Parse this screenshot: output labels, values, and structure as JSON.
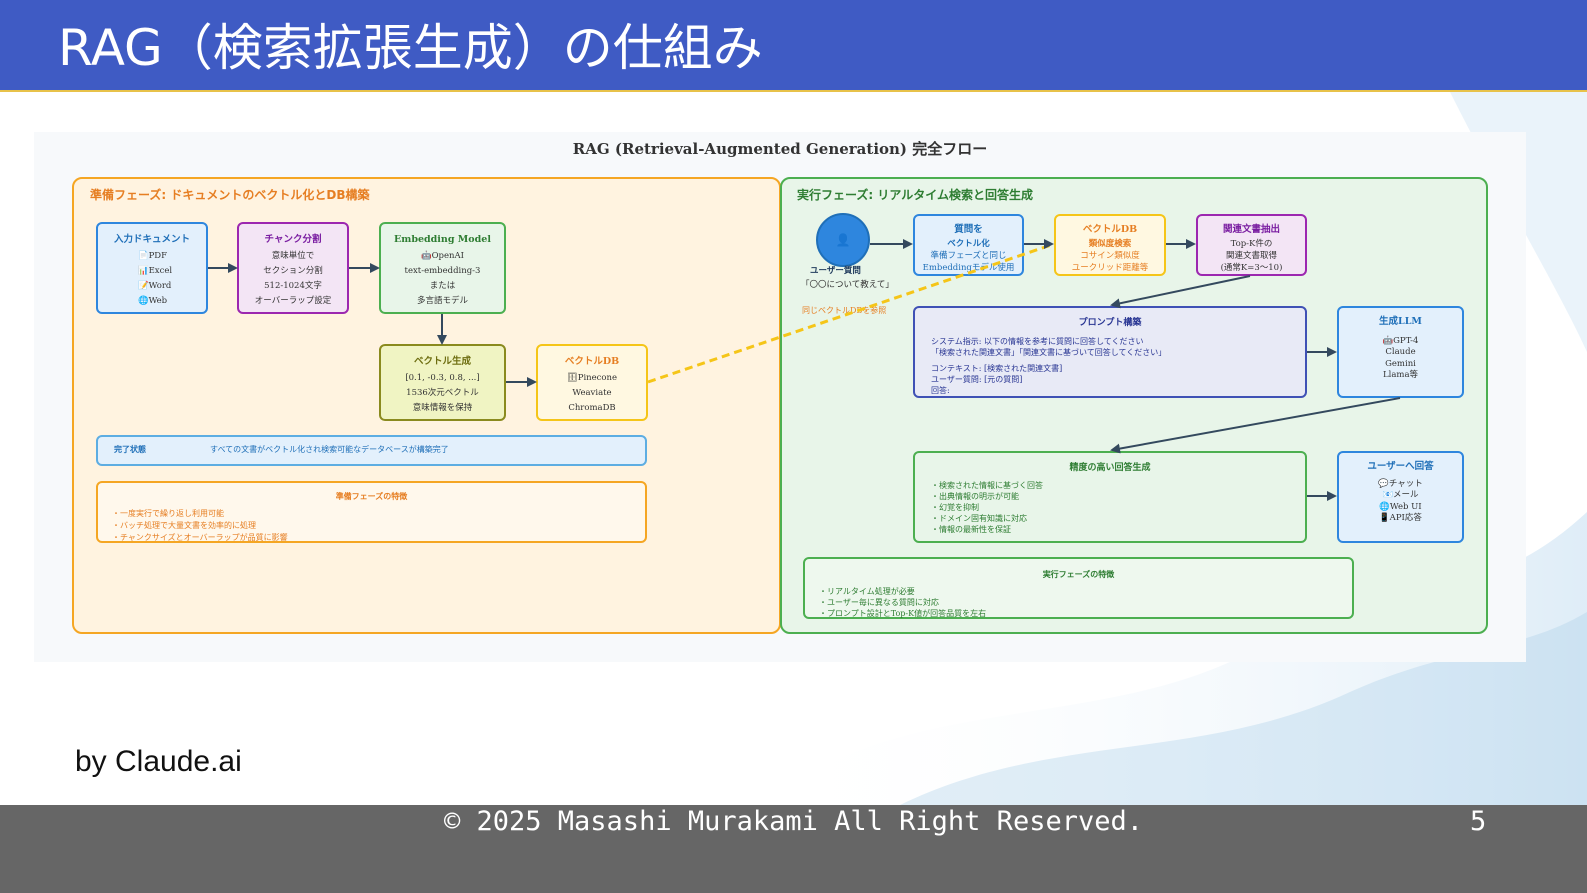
{
  "slide": {
    "title": "RAG（検索拡張生成）の仕組み",
    "byline": "by Claude.ai",
    "copyright": "© 2025 Masashi Murakami All Right Reserved.",
    "page_number": "5"
  },
  "diagram": {
    "title": "RAG (Retrieval-Augmented Generation) 完全フロー",
    "prep_phase": {
      "label": "準備フェーズ: ドキュメントのベクトル化とDB構築",
      "input_docs": {
        "title": "入力ドキュメント",
        "items": [
          "📄PDF",
          "📊Excel",
          "📝Word",
          "🌐Web"
        ]
      },
      "chunking": {
        "title": "チャンク分割",
        "items": [
          "意味単位で",
          "セクション分割",
          "512-1024文字",
          "オーバーラップ設定"
        ]
      },
      "embedding": {
        "title": "Embedding Model",
        "items": [
          "🤖OpenAI",
          "text-embedding-3",
          "または",
          "多言語モデル"
        ]
      },
      "vector_gen": {
        "title": "ベクトル生成",
        "items": [
          "[0.1, -0.3, 0.8, ...]",
          "1536次元ベクトル",
          "意味情報を保持"
        ]
      },
      "vector_db": {
        "title": "ベクトルDB",
        "items": [
          "🗄Pinecone",
          "Weaviate",
          "ChromaDB"
        ]
      },
      "complete": {
        "label": "完了状態",
        "text": "すべての文書がベクトル化され検索可能なデータベースが構築完了"
      },
      "features": {
        "title": "準備フェーズの特徴",
        "items": [
          "・一度実行で繰り返し利用可能",
          "・バッチ処理で大量文書を効率的に処理",
          "・チャンクサイズとオーバーラップが品質に影響"
        ]
      }
    },
    "exec_phase": {
      "label": "実行フェーズ: リアルタイム検索と回答生成",
      "user_query": {
        "icon": "👤",
        "title": "ユーザー質問",
        "sub": "「〇〇について教えて」"
      },
      "query_vec": {
        "title": "質問を",
        "title2": "ベクトル化",
        "items": [
          "準備フェーズと同じ",
          "Embeddingモデル使用"
        ]
      },
      "db_search": {
        "title": "ベクトルDB",
        "title2": "類似度検索",
        "items": [
          "コサイン類似度",
          "ユークリッド距離等"
        ]
      },
      "top_k": {
        "title": "関連文書抽出",
        "items": [
          "Top-K件の",
          "関連文書取得",
          "(通常K=3〜10)"
        ]
      },
      "same_db": "同じベクトルDBを参照",
      "prompt": {
        "title": "プロンプト構築",
        "items": [
          "システム指示: 以下の情報を参考に質問に回答してください",
          "「検索された関連文書」「関連文書に基づいて回答してください」",
          "コンテキスト: [検索された関連文書]",
          "ユーザー質問: [元の質問]",
          "回答:"
        ]
      },
      "llm": {
        "title": "生成LLM",
        "items": [
          "🤖GPT-4",
          "Claude",
          "Gemini",
          "Llama等"
        ]
      },
      "generation": {
        "title": "精度の高い回答生成",
        "items": [
          "・検索された情報に基づく回答",
          "・出典情報の明示が可能",
          "・幻覚を抑制",
          "・ドメイン固有知識に対応",
          "・情報の最新性を保証"
        ]
      },
      "response": {
        "title": "ユーザーへ回答",
        "items": [
          "💬チャット",
          "📧メール",
          "🌐Web UI",
          "📱API応答"
        ]
      },
      "features": {
        "title": "実行フェーズの特徴",
        "items": [
          "・リアルタイム処理が必要",
          "・ユーザー毎に異なる質問に対応",
          "・プロンプト設計とTop-K値が回答品質を左右"
        ]
      }
    }
  },
  "colors": {
    "header": "#3f5bc4",
    "prep_border": "#f5a623",
    "prep_bg": "#fff3e0",
    "exec_border": "#4caf50",
    "exec_bg": "#e8f5e9",
    "blue": "#2e86de",
    "purple": "#9c27b0",
    "green": "#4caf50",
    "olive": "#8a8a1e",
    "yellow": "#f5c518",
    "arrow": "#34495e",
    "dash": "#f5c518"
  }
}
